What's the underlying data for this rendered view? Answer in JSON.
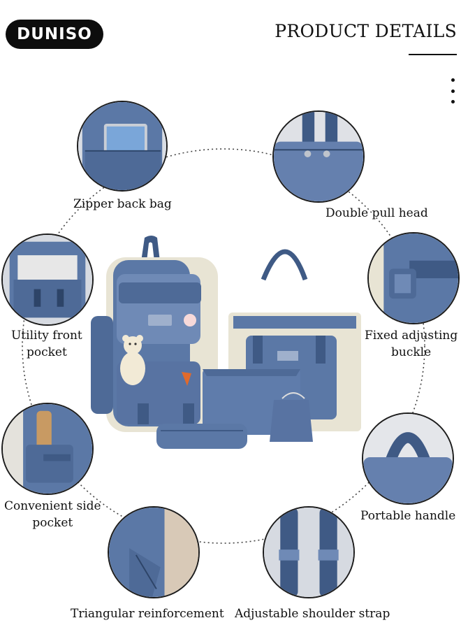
{
  "header": {
    "brand": "DUNISO",
    "title": "PRODUCT DETAILS"
  },
  "icons": {
    "menu": "more-vert-icon"
  },
  "colors": {
    "bag_blue": "#5b78a6",
    "bag_dark_blue": "#3f5a85",
    "bag_cream": "#e8e4d4",
    "brand_bg": "#0d0d0d"
  },
  "features": [
    {
      "line1": "Zipper back bag",
      "line2": ""
    },
    {
      "line1": "Double pull head",
      "line2": ""
    },
    {
      "line1": "Utility front",
      "line2": "pocket"
    },
    {
      "line1": "Fixed adjusting",
      "line2": "buckle"
    },
    {
      "line1": "Convenient side",
      "line2": "pocket"
    },
    {
      "line1": "Portable handle",
      "line2": ""
    },
    {
      "line1": "Triangular reinforcement",
      "line2": ""
    },
    {
      "line1": "Adjustable shoulder strap",
      "line2": ""
    }
  ]
}
